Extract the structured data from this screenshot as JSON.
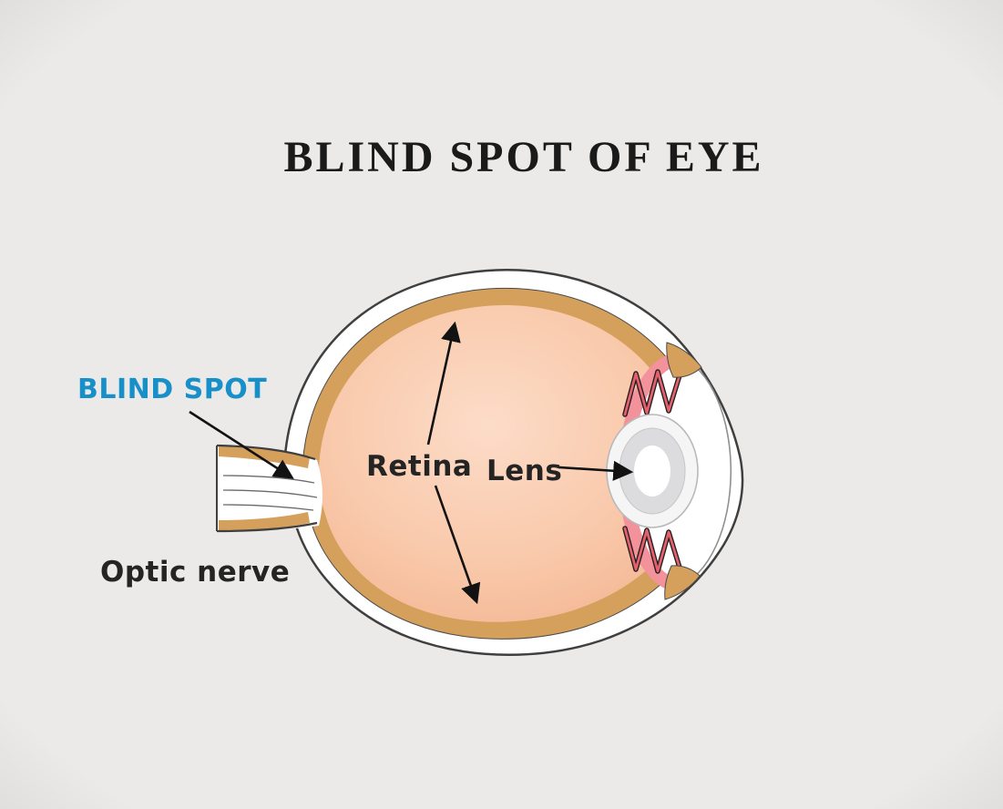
{
  "title": "BLIND SPOT OF EYE",
  "labels": {
    "blind_spot": "BLIND SPOT",
    "retina": "Retina",
    "lens": "Lens",
    "optic_nerve": "Optic nerve"
  },
  "colors": {
    "background": "#ebeae8",
    "title_text": "#1a1a1a",
    "blind_spot_label": "#1790c9",
    "label_text": "#242424",
    "outline": "#3f3f3f",
    "sclera_white": "#ffffff",
    "choroid_tan": "#d4a05c",
    "interior_peach": "#f8c7a8",
    "ciliary_pink": "#f4929c",
    "ligament_red": "#e4606c",
    "arrow_black": "#121212"
  }
}
